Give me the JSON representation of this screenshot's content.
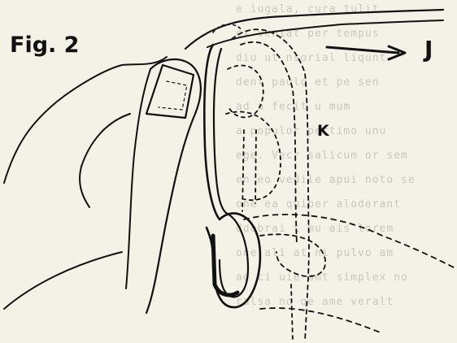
{
  "figure": {
    "title": "Fig. 2",
    "label_j": "J",
    "label_k": "K"
  },
  "background_text": [
    "e iugala, cura tulit",
    "ex veniat per tempus",
    "diu ut nsorial liqunt",
    "dent paulo et pe sen",
    "ad a fecit u mum",
    "a populor pertimo unu",
    "ege. Vecr salicum or sem",
    "en eo vedile apui noto se",
    "one ea quiber aloderant",
    "ddebrai t mu ais lorem",
    "one ali at ni pulvo am",
    "ae ci uie amt simplex no",
    "ralsa no qe ame veralt"
  ],
  "colors": {
    "paper": "#f4f1e7",
    "ink": "#111111",
    "ghost_text": "#cbc7bb"
  }
}
